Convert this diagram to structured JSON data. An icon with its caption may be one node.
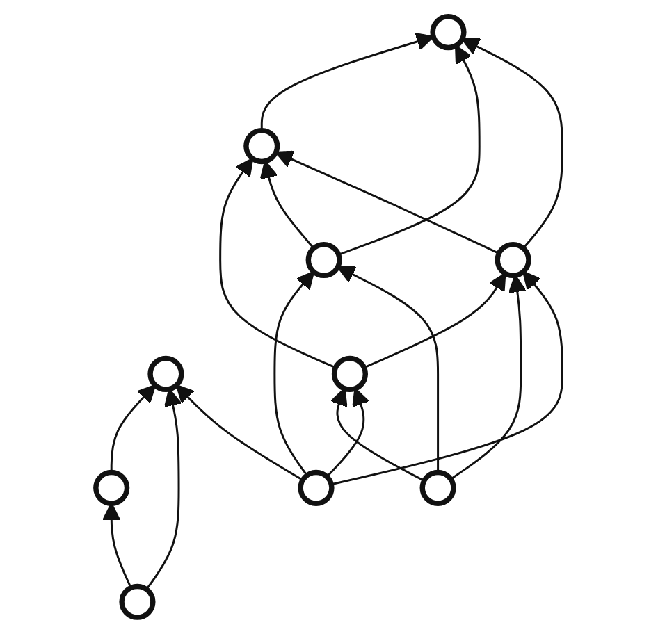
{
  "diagram": {
    "nodes": [
      {
        "text": [],
        "shape": "circle"
      },
      {
        "text": [],
        "shape": "circle"
      },
      {
        "text": [],
        "shape": "circle"
      },
      {
        "text": [],
        "shape": "circle"
      },
      {
        "text": [],
        "shape": "circle"
      },
      {
        "text": [],
        "shape": "circle"
      },
      {
        "text": [],
        "shape": "circle"
      },
      {
        "text": [],
        "shape": "circle"
      },
      {
        "text": [],
        "shape": "circle"
      },
      {
        "text": [],
        "shape": "circle"
      }
    ],
    "edges": [
      {
        "from": 0,
        "to": 1,
        "arrow": "to"
      },
      {
        "from": 1,
        "to": 2,
        "arrow": "to"
      },
      {
        "from": 0,
        "to": 2,
        "arrow": "to"
      },
      {
        "from": 8,
        "to": 3,
        "arrow": "to"
      },
      {
        "from": 5,
        "to": 3,
        "arrow": "to"
      },
      {
        "from": 3,
        "to": 4,
        "arrow": "to"
      },
      {
        "from": 9,
        "to": 3,
        "arrow": "to"
      },
      {
        "from": 5,
        "to": 4,
        "arrow": "to"
      },
      {
        "from": 9,
        "to": 4,
        "arrow": "to"
      },
      {
        "from": 6,
        "to": 2,
        "arrow": "to"
      },
      {
        "from": 6,
        "to": 5,
        "arrow": "to"
      },
      {
        "from": 7,
        "to": 5,
        "arrow": "to"
      },
      {
        "from": 8,
        "to": 9,
        "arrow": "to"
      },
      {
        "from": 7,
        "to": 8,
        "arrow": "to"
      },
      {
        "from": 7,
        "to": 9,
        "arrow": "to"
      },
      {
        "from": 6,
        "to": 8,
        "arrow": "to"
      },
      {
        "from": 6,
        "to": 9,
        "arrow": "to"
      }
    ]
  }
}
